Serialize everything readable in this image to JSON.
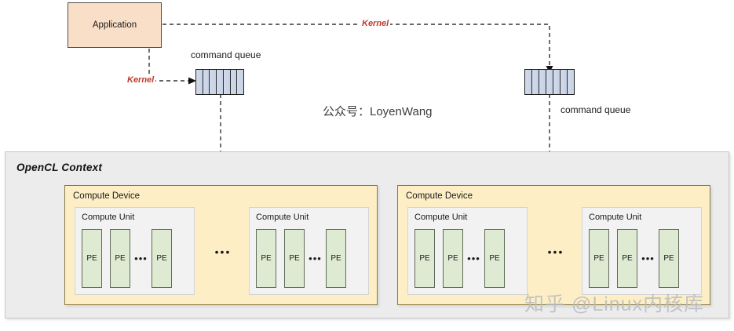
{
  "diagram": {
    "title_text": "OpenCL Context",
    "application": {
      "label": "Application"
    },
    "kernel_edge_left": {
      "label": "Kernel"
    },
    "kernel_edge_right": {
      "label": "Kernel"
    },
    "queues": [
      {
        "id": "queue-left",
        "label": "command queue",
        "cells": 7
      },
      {
        "id": "queue-right",
        "label": "command queue",
        "cells": 7
      }
    ],
    "devices": [
      {
        "label": "Compute Device",
        "separator_dots": "•••",
        "units": [
          {
            "label": "Compute Unit",
            "pes": [
              "PE",
              "PE",
              "PE"
            ],
            "pe_dots": "•••"
          },
          {
            "label": "Compute Unit",
            "pes": [
              "PE",
              "PE",
              "PE"
            ],
            "pe_dots": "•••"
          }
        ]
      },
      {
        "label": "Compute Device",
        "separator_dots": "•••",
        "units": [
          {
            "label": "Compute Unit",
            "pes": [
              "PE",
              "PE",
              "PE"
            ],
            "pe_dots": "•••"
          },
          {
            "label": "Compute Unit",
            "pes": [
              "PE",
              "PE",
              "PE"
            ],
            "pe_dots": "•••"
          }
        ]
      }
    ],
    "wechat_note": "公众号：LoyenWang",
    "watermark": "知乎 @Linux内核库",
    "colors": {
      "application_fill": "#fadfc8",
      "queue_fill": "#ccd6e8",
      "context_fill": "#ececec",
      "device_fill": "#fdeec6",
      "unit_fill": "#f2f2f2",
      "pe_fill": "#dfead3",
      "kernel_label": "#c0392b",
      "connector": "#333333"
    }
  }
}
